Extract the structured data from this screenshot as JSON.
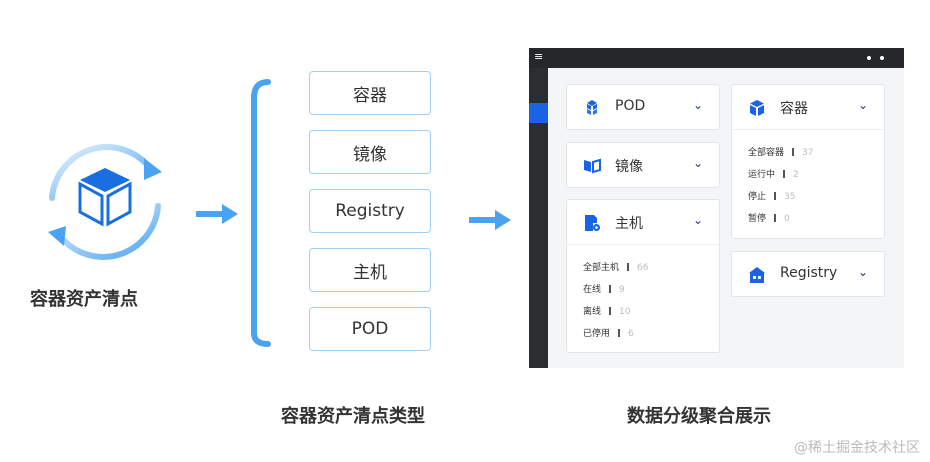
{
  "hero": {
    "title": "容器资产清点",
    "icon": "cube-refresh-icon"
  },
  "container_types": {
    "items": [
      "容器",
      "镜像",
      "Registry",
      "主机",
      "POD"
    ],
    "caption": "容器资产清点类型"
  },
  "dashboard": {
    "caption": "数据分级聚合展示",
    "menu_icon": "≡",
    "cards": {
      "pod": {
        "title": "POD",
        "icon": "pod-icon"
      },
      "image": {
        "title": "镜像",
        "icon": "image-icon"
      },
      "host": {
        "title": "主机",
        "icon": "host-icon",
        "stats": [
          {
            "label": "全部主机",
            "value": "66"
          },
          {
            "label": "在线",
            "value": "9"
          },
          {
            "label": "离线",
            "value": "10"
          },
          {
            "label": "已停用",
            "value": "6"
          }
        ]
      },
      "container": {
        "title": "容器",
        "icon": "container-icon",
        "stats": [
          {
            "label": "全部容器",
            "value": "37"
          },
          {
            "label": "运行中",
            "value": "2"
          },
          {
            "label": "停止",
            "value": "35"
          },
          {
            "label": "暂停",
            "value": "0"
          }
        ]
      },
      "registry": {
        "title": "Registry",
        "icon": "registry-icon"
      }
    }
  },
  "watermark": "@稀土掘金技术社区",
  "colors": {
    "accent": "#4aa3f0",
    "brand_blue": "#1a63e6",
    "box_border": "#9fd0f5"
  }
}
